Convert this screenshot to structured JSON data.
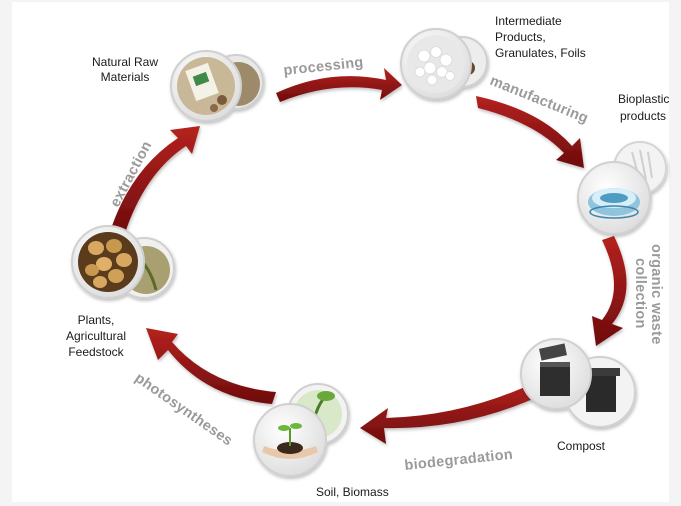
{
  "nodes": {
    "natural_raw_materials": [
      "Natural Raw",
      "Materials"
    ],
    "intermediate_products": [
      "Intermediate",
      "Products,",
      "Granulates, Foils"
    ],
    "bioplastic_products": [
      "Bioplastic",
      "products"
    ],
    "compost": [
      "Compost"
    ],
    "soil_biomass": [
      "Soil, Biomass"
    ],
    "plants_feedstock": [
      "Plants,",
      "Agricultural",
      "Feedstock"
    ]
  },
  "arrows": {
    "processing": "processing",
    "manufacturing": "manufacturing",
    "organic_waste": "organic waste",
    "collection": "collection",
    "biodegradation": "biodegradation",
    "photosyntheses": "photosyntheses",
    "extraction": "extraction"
  },
  "colors": {
    "arrow": "#8e1516",
    "arrow_dark": "#6a0c0d",
    "arrow_label": "#9a9a9a"
  }
}
